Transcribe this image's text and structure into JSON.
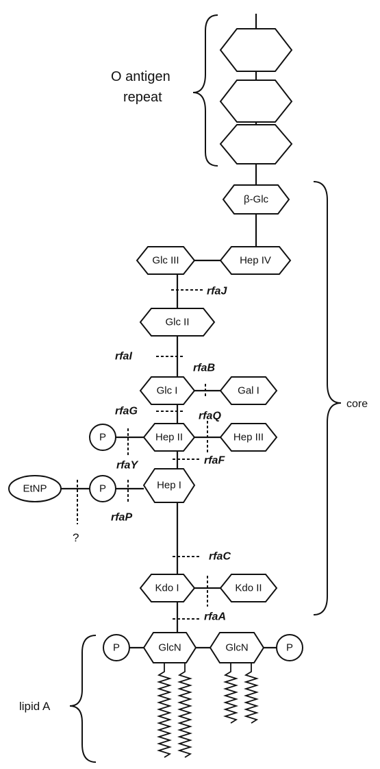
{
  "labels": {
    "o_antigen": [
      "O antigen",
      "repeat"
    ],
    "core": "core",
    "lipid_a": "lipid A",
    "unknown": "?"
  },
  "nodes": {
    "beta_glc": "β-Glc",
    "hep_iv": "Hep IV",
    "glc_iii": "Glc III",
    "glc_ii": "Glc II",
    "glc_i": "Glc I",
    "gal_i": "Gal I",
    "hep_ii": "Hep II",
    "hep_iii": "Hep III",
    "hep_i": "Hep I",
    "kdo_i": "Kdo I",
    "kdo_ii": "Kdo II",
    "glcn_left": "GlcN",
    "glcn_right": "GlcN",
    "p_hep_ii": "P",
    "p_hep_i": "P",
    "p_lipid_left": "P",
    "p_lipid_right": "P",
    "etnp": "EtNP"
  },
  "genes": {
    "rfaJ": "rfaJ",
    "rfaI": "rfaI",
    "rfaB": "rfaB",
    "rfaG": "rfaG",
    "rfaQ": "rfaQ",
    "rfaY": "rfaY",
    "rfaF": "rfaF",
    "rfaP": "rfaP",
    "rfaC": "rfaC",
    "rfaA": "rfaA"
  }
}
